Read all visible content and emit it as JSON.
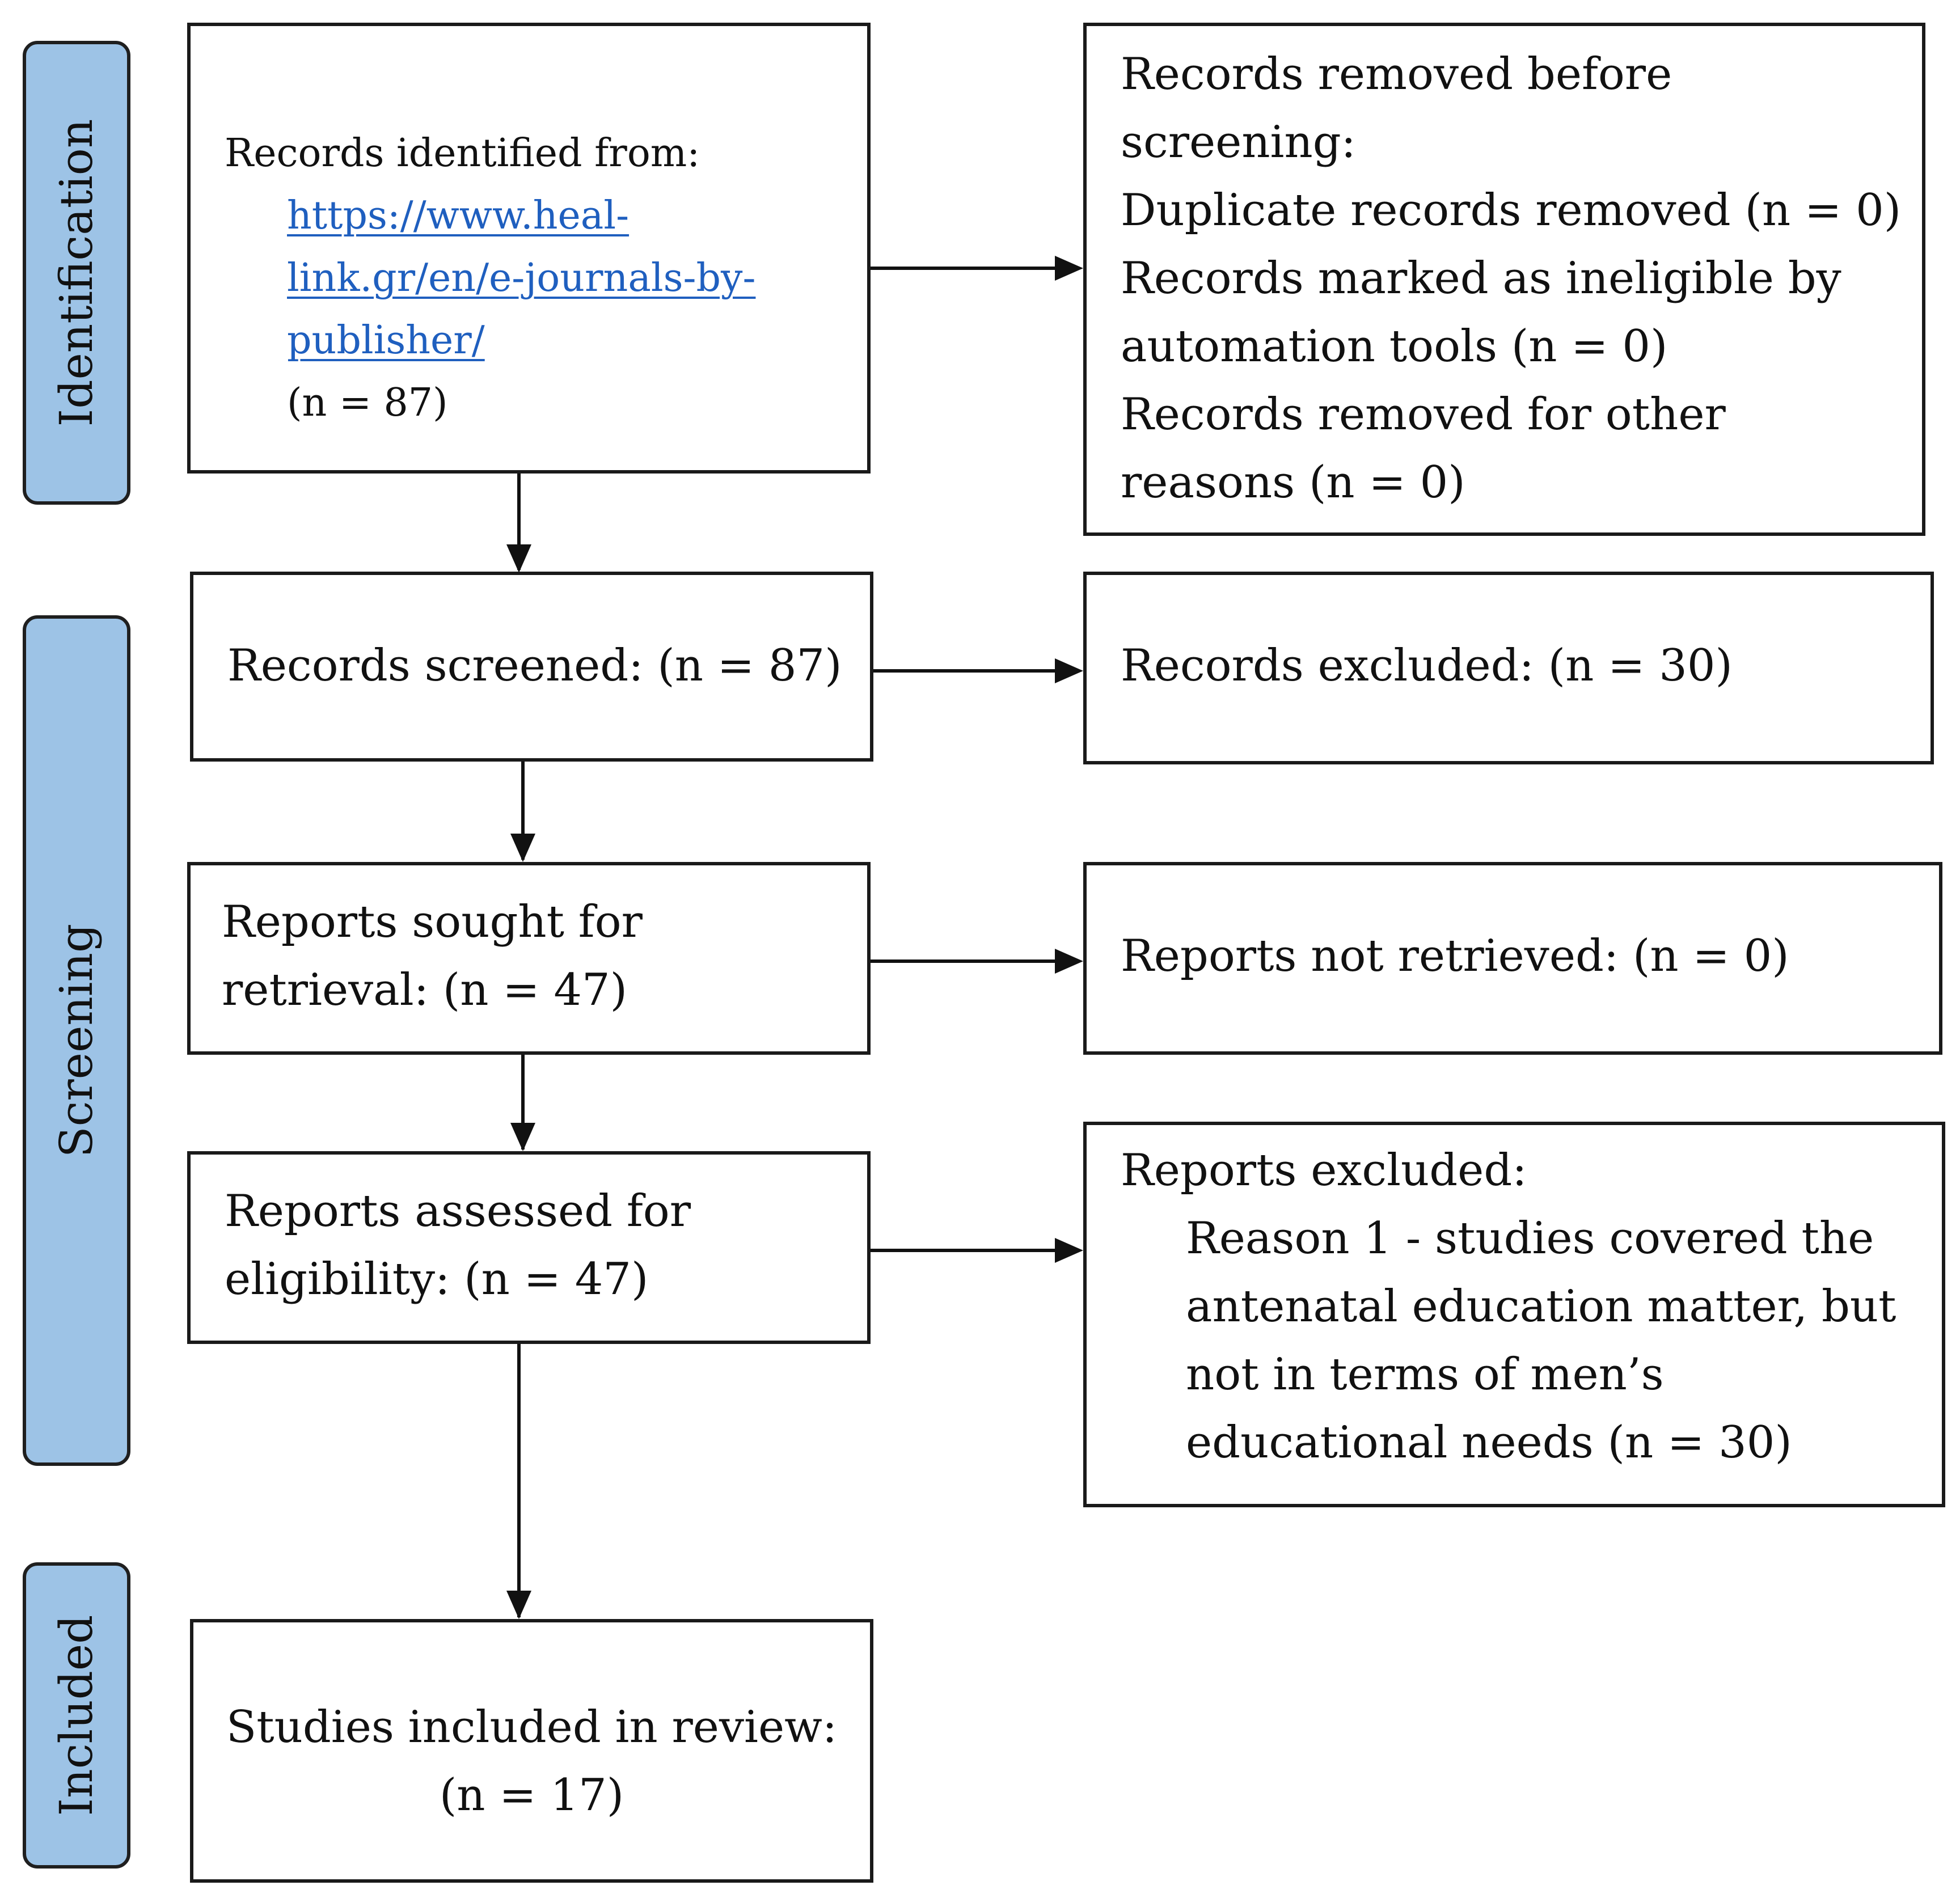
{
  "phases": {
    "identification": "Identification",
    "screening": "Screening",
    "included": "Included"
  },
  "identification_box": {
    "line1": "Records identified from:",
    "link_line1": "https://www.heal-",
    "link_line2": "link.gr/en/e-journals-by-",
    "link_line3": "publisher/",
    "count": "(n = 87)"
  },
  "removed_box": {
    "line1": "Records removed before",
    "line2": "screening:",
    "line3": "Duplicate records removed (n = 0)",
    "line4": "Records marked as ineligible by",
    "line5": "automation tools (n = 0)",
    "line6": "Records removed for other",
    "line7": "reasons (n = 0)"
  },
  "screened_box": {
    "text": "Records screened: (n = 87)"
  },
  "excluded_box": {
    "text": "Records excluded: (n = 30)"
  },
  "sought_box": {
    "line1": "Reports sought for",
    "line2": "retrieval: (n = 47)"
  },
  "not_retrieved_box": {
    "text": "Reports not retrieved: (n = 0)"
  },
  "assessed_box": {
    "line1": "Reports assessed for",
    "line2": "eligibility: (n = 47)"
  },
  "reports_excluded_box": {
    "line1": "Reports excluded:",
    "line2": "Reason 1 - studies covered the",
    "line3": "antenatal education matter, but",
    "line4": "not in terms of men’s",
    "line5": "educational needs (n = 30)"
  },
  "included_box": {
    "line1": "Studies included in review:",
    "line2": "(n = 17)"
  }
}
